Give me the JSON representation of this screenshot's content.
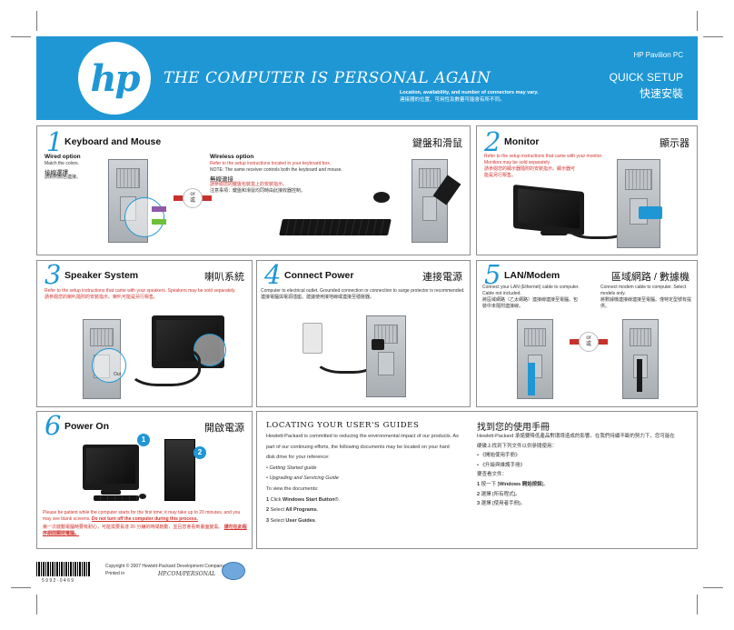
{
  "banner": {
    "tagline": "THE COMPUTER IS PERSONAL AGAIN",
    "availability_en": "Location, availability, and number of connectors may vary.",
    "availability_zh": "連接器的位置、可用性及數量可能會有所不同。",
    "product": "HP Pavilion PC",
    "quick_setup": "QUICK SETUP",
    "quick_setup_zh": "快速安裝",
    "colors": {
      "accent": "#1f97d5",
      "warning": "#d0332d"
    }
  },
  "steps": [
    {
      "number": "1",
      "title": "Keyboard and Mouse",
      "title_zh": "鍵盤和滑鼠",
      "wired_label": "Wired option",
      "wired_desc": "Match the colors.",
      "wired_label_zh": "接線選擇",
      "wired_desc_zh": "請對照顏色連接。",
      "wireless_label": "Wireless option",
      "wireless_desc": "Refer to the setup instructions located in your keyboard box.",
      "wireless_note": "NOTE: The same receiver controls both the keyboard and mouse.",
      "wireless_label_zh": "無線連接",
      "wireless_desc_zh": "請參閱您的鍵盤包裝盒上的安裝指示。",
      "wireless_note_zh": "注意事項：鍵盤和滑鼠均同時由此接收器控制。",
      "or_en": "or",
      "or_zh": "或"
    },
    {
      "number": "2",
      "title": "Monitor",
      "title_zh": "顯示器",
      "desc": "Refer to the setup instructions that came with your monitor. Monitors may be sold separately.",
      "desc_zh": "請參閱您的顯示器隨附的安裝指示。顯示器可能是另行販售。"
    },
    {
      "number": "3",
      "title": "Speaker System",
      "title_zh": "喇叭系統",
      "desc": "Refer to the setup instructions that came with your speakers. Speakers may be sold separately.",
      "desc_zh": "請參閱您的喇叭隨附的安裝指示。喇叭可能是另行販售。",
      "port_label": "Out"
    },
    {
      "number": "4",
      "title": "Connect Power",
      "title_zh": "連接電源",
      "desc": "Computer to electrical outlet. Grounded connection or connection to surge protector is recommended.",
      "desc_zh": "連接電腦與電源插座。建議使用接地線或連接至穩壓器。"
    },
    {
      "number": "5",
      "title": "LAN/Modem",
      "title_zh": "區域網路 / 數據機",
      "lan_desc": "Connect your LAN (Ethernet) cable to computer. Cable not included.",
      "lan_desc_zh": "將區域網路（乙太網路）連接線連接至電腦。包裝中未隨附連接線。",
      "modem_desc": "Connect modem cable to computer. Select models only.",
      "modem_desc_zh": "將數據機連接線連接至電腦。僅特定型號有提供。",
      "or_en": "or",
      "or_zh": "或"
    },
    {
      "number": "6",
      "title": "Power On",
      "title_zh": "開啟電源",
      "badge1": "1",
      "badge2": "2",
      "desc": "Please be patient while the computer starts for the first time; it may take up to 20 minutes, and you may see blank screens.",
      "desc_emph": "Do not turn off the computer during this process.",
      "desc_zh": "第一次啟動電腦時要有耐心，可能需要長達 20 分鐘的時間啟動，並且您會看到畫面變黑。",
      "desc_zh_emph": "請勿在此程序期間關閉電腦。"
    }
  ],
  "guides": {
    "heading": "LOCATING YOUR USER'S GUIDES",
    "intro": "Hewlett-Packard is committed to reducing the environmental impact of our products. As part of our continuing efforts, the following documents may be located on your hard disk drive for your reference:",
    "docs": [
      "Getting Started guide",
      "Upgrading and Servicing Guide"
    ],
    "view_intro": "To view the documents:",
    "step1_pre": "Click ",
    "step1_bold": "Windows Start Button",
    "step1_suffix": "®.",
    "step2_pre": "Select ",
    "step2_bold": "All Programs",
    "step2_suffix": ".",
    "step3_pre": "Select ",
    "step3_bold": "User Guides",
    "step3_suffix": ".",
    "heading_zh": "找到您的使用手冊",
    "intro_zh": "Hewlett-Packard 承諾要降低產品對環境造成的影響。在我們持續不斷的努力下，您可能在硬碟上找到下列文件以供參閱使用：",
    "docs_zh": [
      "《開始使用手冊》",
      "《升級與維護手冊》"
    ],
    "view_intro_zh": "要查看文件：",
    "step1_zh_pre": "按一下 [",
    "step1_zh_bold": "Windows 開始按鈕",
    "step1_zh_suffix": "]。",
    "step2_zh": "選擇 [所有程式]。",
    "step3_zh": "選擇 [使用者手冊]。"
  },
  "footer": {
    "barcode_text": "5 9 9 2 - 0 4 6 9",
    "copyright": "Copyright © 2007 Hewlett-Packard Development Company, L.P.",
    "printed_in": "Printed in",
    "url": "HP.COM/PERSONAL"
  }
}
